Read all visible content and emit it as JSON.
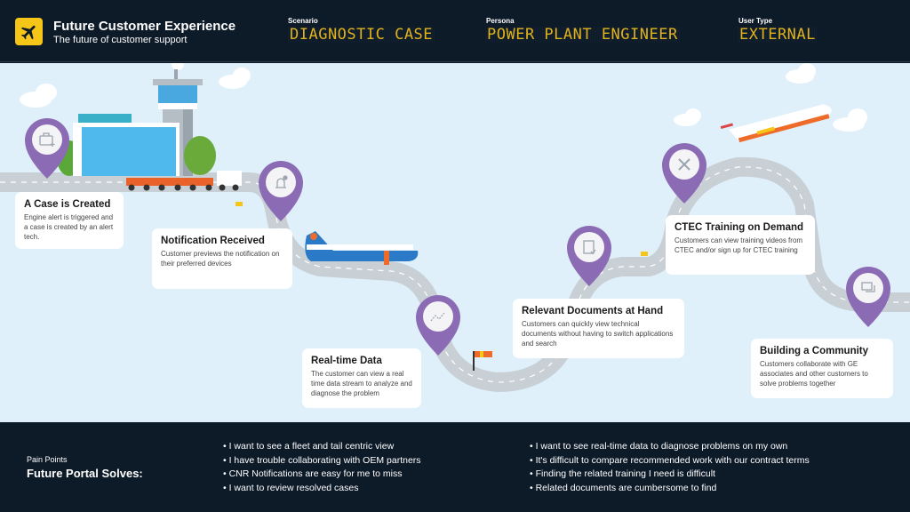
{
  "header": {
    "title": "Future Customer Experience",
    "subtitle": "The future of customer support",
    "logo_icon": "airplane-icon",
    "fields": [
      {
        "label": "Scenario",
        "value": "DIAGNOSTIC CASE"
      },
      {
        "label": "Persona",
        "value": "POWER PLANT ENGINEER"
      },
      {
        "label": "User Type",
        "value": "EXTERNAL"
      }
    ]
  },
  "steps": [
    {
      "title": "A Case is Created",
      "description": "Engine alert is triggered and a case is created by an alert tech.",
      "icon": "briefcase-plus-icon"
    },
    {
      "title": "Notification Received",
      "description": "Customer previews the notification on their preferred devices",
      "icon": "bell-icon"
    },
    {
      "title": "Real-time Data",
      "description": "The customer can view a real time data stream to analyze and diagnose the problem",
      "icon": "trend-line-icon"
    },
    {
      "title": "Relevant Documents at Hand",
      "description": "Customers can quickly view technical documents without having to switch applications and search",
      "icon": "document-check-icon"
    },
    {
      "title": "CTEC Training on Demand",
      "description": "Customers can view training videos from CTEC and/or sign up for CTEC training",
      "icon": "tools-icon"
    },
    {
      "title": "Building a Community",
      "description": "Customers collaborate with GE associates and other customers to solve problems together",
      "icon": "chat-icon"
    }
  ],
  "colors": {
    "pin": "#8c6bb5",
    "led": "#e0b21c",
    "sky": "#dff0fa",
    "road": "#c8d0d6",
    "dark": "#0d1a28"
  },
  "footer": {
    "label": "Pain Points",
    "title": "Future Portal Solves:",
    "col1": [
      "I want to see a fleet and tail centric view",
      "I have trouble collaborating with OEM partners",
      "CNR Notifications are easy for me to miss",
      "I want to review resolved cases"
    ],
    "col2": [
      "I want to see real-time data to diagnose problems on my own",
      "It's difficult to compare recommended work with our contract terms",
      "Finding the related training I need is difficult",
      "Related documents are cumbersome to find"
    ]
  }
}
